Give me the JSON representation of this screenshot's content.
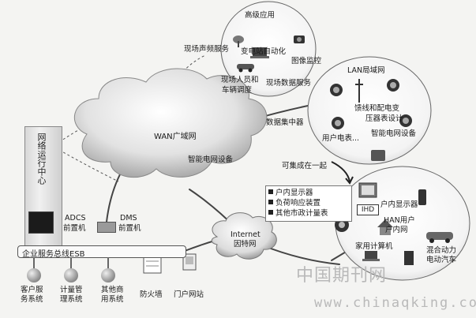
{
  "labels": {
    "advanced_apps": "高级应用",
    "field_audio": "现场声频服务",
    "substation_automation": "变电站自动化",
    "image_monitoring": "图像监控",
    "field_personnel": "现场人员和",
    "vehicle_dispatch": "车辆调度",
    "field_data": "现场数据服务",
    "lan": "LAN局域网",
    "feeder_meter": "馈线和配电变",
    "transformer_meter": "压器表设计",
    "data_concentrator": "数据集中器",
    "user_meter": "用户电表...",
    "smart_device_right": "智能电网设备",
    "wan": "WAN广域网",
    "smart_device_wan": "智能电网设备",
    "integrable": "可集成在一起",
    "noc": "网络运行中心",
    "adcs": "ADCS",
    "adcs_fep": "前置机",
    "dms": "DMS",
    "dms_fep": "前置机",
    "esb": "企业服务总线ESB",
    "internet": "Internet",
    "internet_cn": "因特网",
    "customer_service": "客户服务系统",
    "customer_service_a": "客户服",
    "customer_service_b": "务系统",
    "metering_a": "计量管",
    "metering_b": "理系统",
    "other_a": "其他商",
    "other_b": "用系统",
    "firewall": "防火墙",
    "portal": "门户网站",
    "legend_1": "户内显示器",
    "legend_2": "负荷响应装置",
    "legend_3": "其他市政计量表",
    "ihd_label": "户内显示器",
    "ihd_box": "IHD",
    "han_a": "HAN用户",
    "han_b": "户内网",
    "home_computer": "家用计算机",
    "hybrid_a": "混合动力",
    "hybrid_b": "电动汽车"
  },
  "watermarks": {
    "cn": "中国期刊网",
    "url": "www.chinaqking.com"
  },
  "icons": [
    "cloud-icon",
    "satellite-dish-icon",
    "camera-icon",
    "car-icon",
    "laptop-icon",
    "meter-icon",
    "house-icon",
    "firewall-icon",
    "monitor-icon",
    "server-icon",
    "ball-icon",
    "phone-icon"
  ]
}
